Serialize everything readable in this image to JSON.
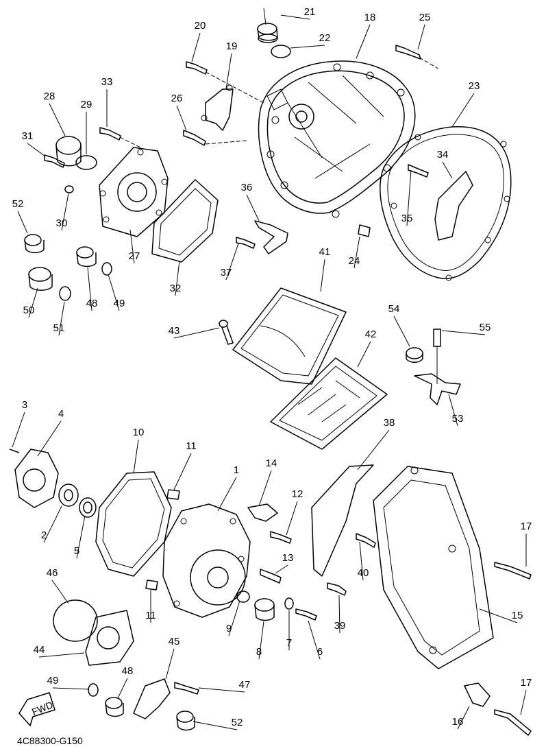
{
  "diagram": {
    "reference_code": "4C88300-G150",
    "fwd_label": "FWD",
    "callouts": [
      "21",
      "18",
      "25",
      "20",
      "19",
      "22",
      "26",
      "23",
      "28",
      "29",
      "33",
      "31",
      "34",
      "36",
      "52",
      "30",
      "27",
      "35",
      "24",
      "32",
      "37",
      "50",
      "48",
      "49",
      "51",
      "41",
      "54",
      "55",
      "43",
      "42",
      "53",
      "3",
      "4",
      "10",
      "11",
      "38",
      "1",
      "14",
      "12",
      "17",
      "2",
      "5",
      "40",
      "13",
      "46",
      "15",
      "11",
      "9",
      "8",
      "7",
      "6",
      "39",
      "44",
      "45",
      "47",
      "48",
      "49",
      "16",
      "17",
      "52"
    ]
  }
}
